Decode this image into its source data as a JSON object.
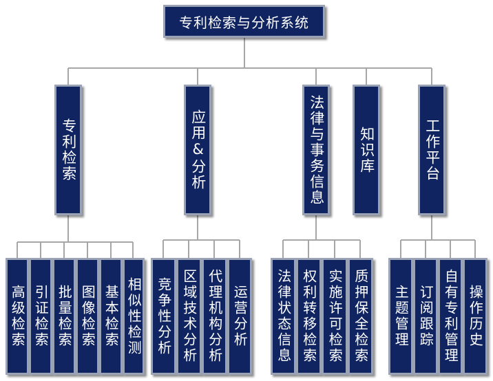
{
  "title": "专利检索与分析系统",
  "categories": [
    {
      "label": "专利检索",
      "children": [
        "高级检索",
        "引证检索",
        "批量检索",
        "图像检索",
        "基本检索",
        "相似性检测"
      ]
    },
    {
      "label": "应用&分析",
      "children": [
        "竞争性分析",
        "区域技术分析",
        "代理机构分析",
        "运营分析"
      ]
    },
    {
      "label": "法律与事务信息",
      "children": [
        "法律状态信息",
        "权利转移检索",
        "实施许可检索",
        "质押保全检索"
      ]
    },
    {
      "label": "知识库",
      "children": []
    },
    {
      "label": "工作平台",
      "children": [
        "主题管理",
        "订阅跟踪",
        "自有专利管理",
        "操作历史"
      ]
    }
  ],
  "colors": {
    "box_fill": "#0f2461",
    "box_border": "#9aa3b5",
    "line": "#a6a6a6"
  }
}
